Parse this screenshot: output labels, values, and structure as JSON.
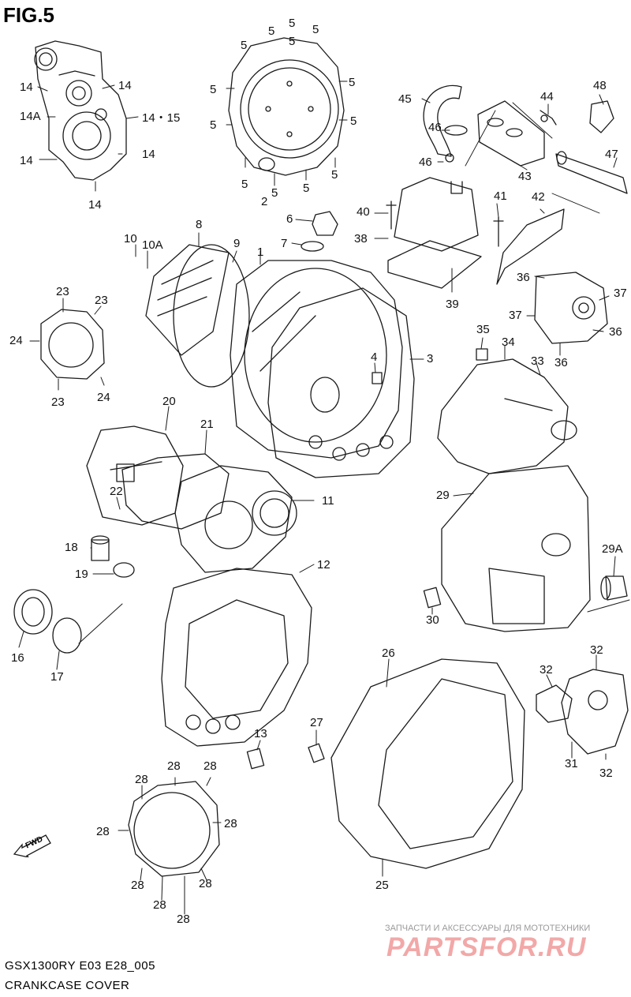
{
  "title": "FIG.5",
  "footer": {
    "model": "GSX1300RY E03 E28_005",
    "section": "CRANKCASE COVER"
  },
  "watermark": {
    "tagline": "ЗАПЧАСТИ И АКСЕССУАРЫ ДЛЯ МОТОТЕХНИКИ",
    "brand": "PARTSFOR.RU"
  },
  "fwd_label": "FWD",
  "colors": {
    "line": "#1a1a1a",
    "watermark_brand": "#f2a8a8",
    "watermark_text": "#9a9a9a"
  },
  "callouts": [
    {
      "text": "14",
      "name": "callout-14-a"
    },
    {
      "text": "14",
      "name": "callout-14-b"
    },
    {
      "text": "14A",
      "name": "callout-14a"
    },
    {
      "text": "14・15",
      "name": "callout-14-15"
    },
    {
      "text": "14",
      "name": "callout-14-c"
    },
    {
      "text": "14",
      "name": "callout-14-d"
    },
    {
      "text": "14",
      "name": "callout-14-e"
    },
    {
      "text": "5",
      "name": "callout-5-a"
    },
    {
      "text": "5",
      "name": "callout-5-b"
    },
    {
      "text": "5",
      "name": "callout-5-c"
    },
    {
      "text": "5",
      "name": "callout-5-d"
    },
    {
      "text": "5",
      "name": "callout-5-e"
    },
    {
      "text": "5",
      "name": "callout-5-f"
    },
    {
      "text": "5",
      "name": "callout-5-g"
    },
    {
      "text": "5",
      "name": "callout-5-h"
    },
    {
      "text": "5",
      "name": "callout-5-i"
    },
    {
      "text": "5",
      "name": "callout-5-j"
    },
    {
      "text": "5",
      "name": "callout-5-k"
    },
    {
      "text": "5",
      "name": "callout-5-l"
    },
    {
      "text": "5",
      "name": "callout-5-m"
    },
    {
      "text": "2",
      "name": "callout-2"
    },
    {
      "text": "45",
      "name": "callout-45"
    },
    {
      "text": "44",
      "name": "callout-44"
    },
    {
      "text": "48",
      "name": "callout-48"
    },
    {
      "text": "46",
      "name": "callout-46-a"
    },
    {
      "text": "46",
      "name": "callout-46-b"
    },
    {
      "text": "47",
      "name": "callout-47"
    },
    {
      "text": "43",
      "name": "callout-43"
    },
    {
      "text": "41",
      "name": "callout-41"
    },
    {
      "text": "42",
      "name": "callout-42"
    },
    {
      "text": "40",
      "name": "callout-40"
    },
    {
      "text": "38",
      "name": "callout-38"
    },
    {
      "text": "39",
      "name": "callout-39"
    },
    {
      "text": "6",
      "name": "callout-6"
    },
    {
      "text": "7",
      "name": "callout-7"
    },
    {
      "text": "8",
      "name": "callout-8"
    },
    {
      "text": "9",
      "name": "callout-9"
    },
    {
      "text": "1",
      "name": "callout-1"
    },
    {
      "text": "10",
      "name": "callout-10"
    },
    {
      "text": "10A",
      "name": "callout-10a"
    },
    {
      "text": "36",
      "name": "callout-36-a"
    },
    {
      "text": "37",
      "name": "callout-37-a"
    },
    {
      "text": "37",
      "name": "callout-37-b"
    },
    {
      "text": "36",
      "name": "callout-36-b"
    },
    {
      "text": "36",
      "name": "callout-36-c"
    },
    {
      "text": "23",
      "name": "callout-23-a"
    },
    {
      "text": "23",
      "name": "callout-23-b"
    },
    {
      "text": "24",
      "name": "callout-24-a"
    },
    {
      "text": "23",
      "name": "callout-23-c"
    },
    {
      "text": "24",
      "name": "callout-24-b"
    },
    {
      "text": "3",
      "name": "callout-3"
    },
    {
      "text": "4",
      "name": "callout-4"
    },
    {
      "text": "35",
      "name": "callout-35"
    },
    {
      "text": "34",
      "name": "callout-34"
    },
    {
      "text": "33",
      "name": "callout-33"
    },
    {
      "text": "20",
      "name": "callout-20"
    },
    {
      "text": "21",
      "name": "callout-21"
    },
    {
      "text": "22",
      "name": "callout-22"
    },
    {
      "text": "11",
      "name": "callout-11"
    },
    {
      "text": "29",
      "name": "callout-29"
    },
    {
      "text": "18",
      "name": "callout-18"
    },
    {
      "text": "19",
      "name": "callout-19"
    },
    {
      "text": "12",
      "name": "callout-12"
    },
    {
      "text": "29A",
      "name": "callout-29a"
    },
    {
      "text": "30",
      "name": "callout-30"
    },
    {
      "text": "16",
      "name": "callout-16"
    },
    {
      "text": "17",
      "name": "callout-17"
    },
    {
      "text": "26",
      "name": "callout-26"
    },
    {
      "text": "32",
      "name": "callout-32-a"
    },
    {
      "text": "32",
      "name": "callout-32-b"
    },
    {
      "text": "27",
      "name": "callout-27"
    },
    {
      "text": "13",
      "name": "callout-13"
    },
    {
      "text": "31",
      "name": "callout-31"
    },
    {
      "text": "32",
      "name": "callout-32-c"
    },
    {
      "text": "28",
      "name": "callout-28-a"
    },
    {
      "text": "28",
      "name": "callout-28-b"
    },
    {
      "text": "28",
      "name": "callout-28-c"
    },
    {
      "text": "28",
      "name": "callout-28-d"
    },
    {
      "text": "28",
      "name": "callout-28-e"
    },
    {
      "text": "28",
      "name": "callout-28-f"
    },
    {
      "text": "28",
      "name": "callout-28-g"
    },
    {
      "text": "28",
      "name": "callout-28-h"
    },
    {
      "text": "28",
      "name": "callout-28-i"
    },
    {
      "text": "25",
      "name": "callout-25"
    }
  ]
}
